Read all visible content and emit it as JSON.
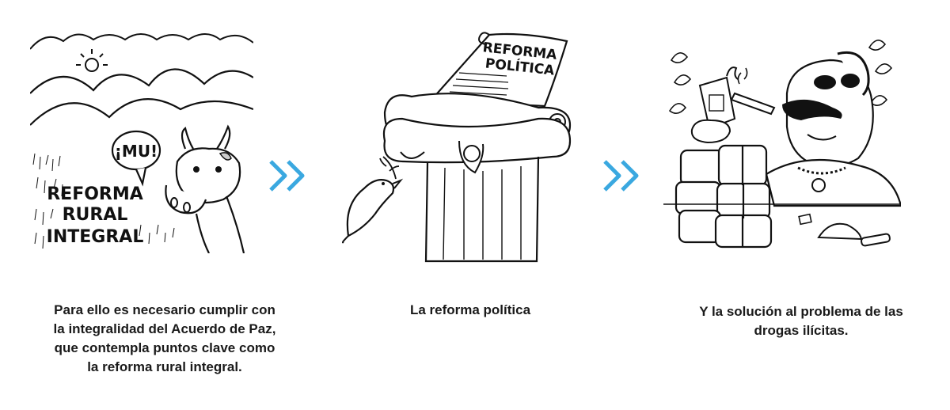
{
  "panels": [
    {
      "id": "rural",
      "illustration_lines": [
        "REFORMA",
        "RURAL",
        "INTEGRAL"
      ],
      "speech": "¡MU!",
      "caption": "Para ello es necesario cumplir con la integralidad del Acuerdo de Paz, que contempla puntos clave como la reforma rural integral."
    },
    {
      "id": "politica",
      "illustration_lines": [
        "REFORMA",
        "POLÍTICA"
      ],
      "caption": "La reforma política"
    },
    {
      "id": "drogas",
      "caption": "Y la solución al problema de las drogas ilícitas."
    }
  ],
  "colors": {
    "arrow": "#3aa8e0",
    "ink": "#111111"
  },
  "icons": {
    "arrow": "double-chevron-right-icon"
  }
}
